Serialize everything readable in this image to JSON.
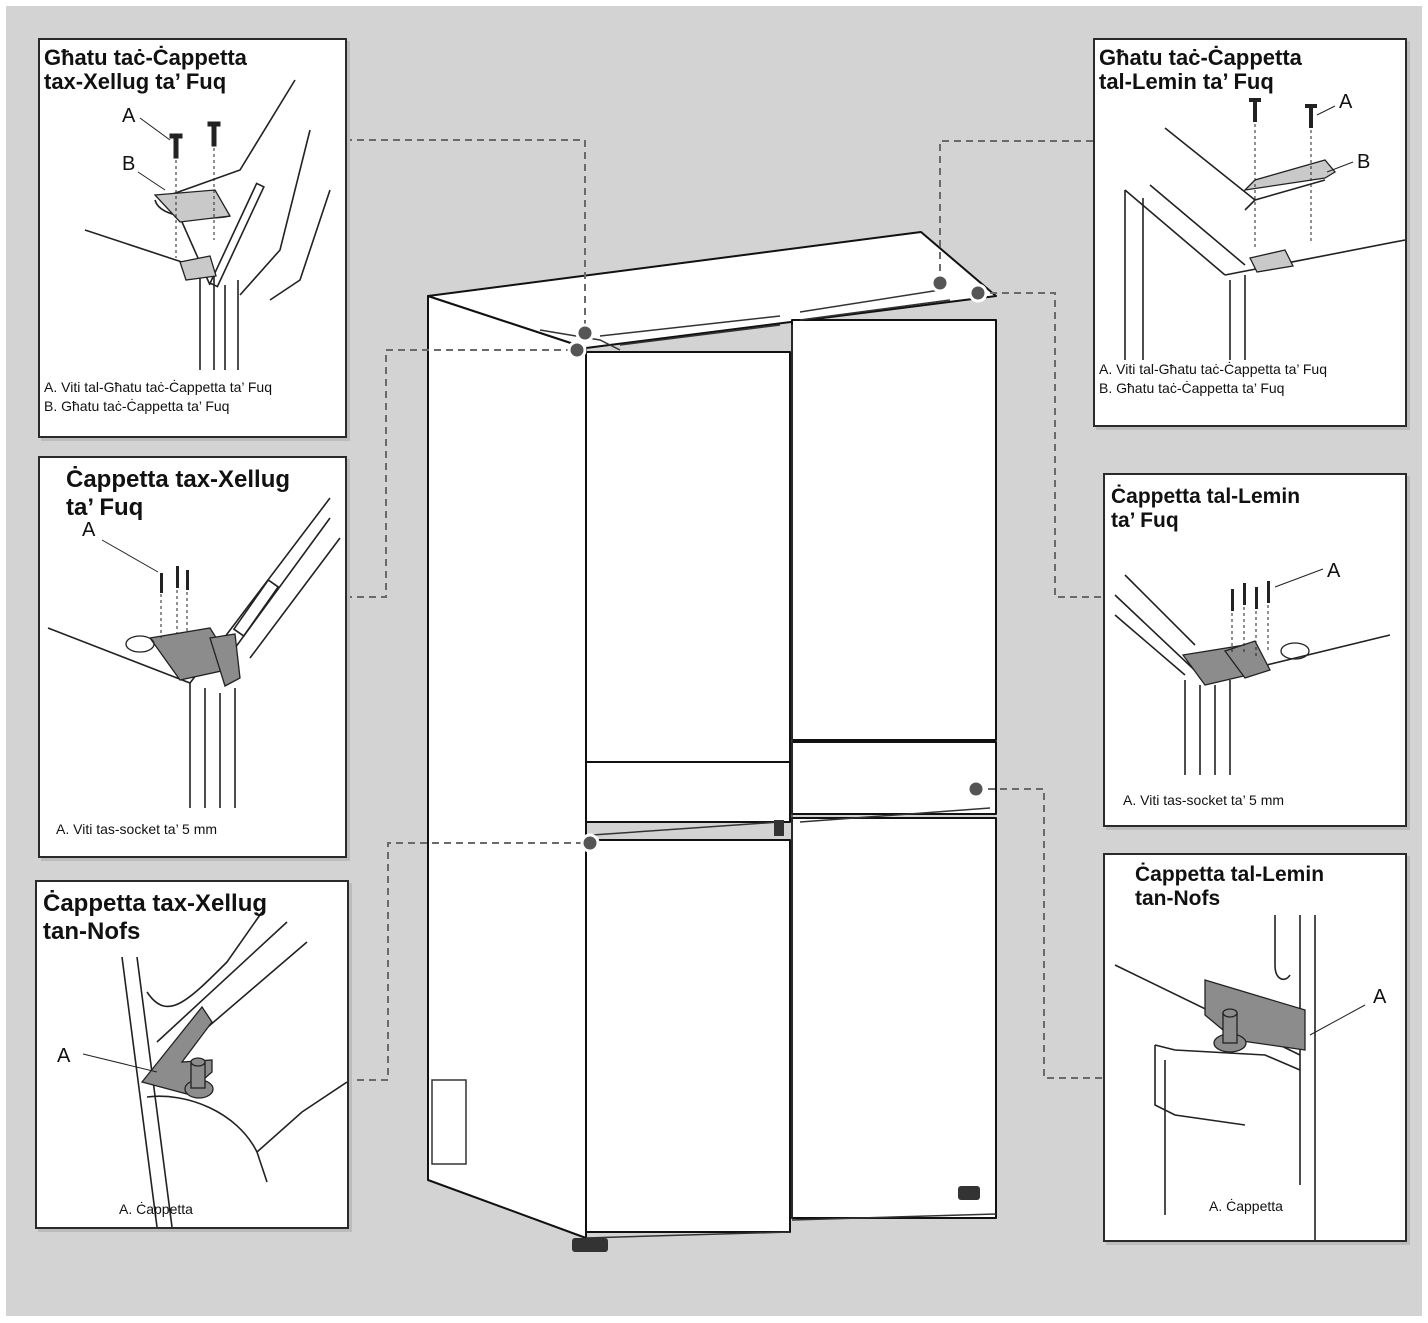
{
  "panels": {
    "top_left_hinge_cover": {
      "title": "Għatu taċ-Ċappetta\ntax-Xellug ta’ Fuq",
      "labels": [
        "A",
        "B"
      ],
      "legend": [
        "A. Viti tal-Għatu taċ-Ċappetta ta’ Fuq",
        "B. Għatu taċ-Ċappetta ta’ Fuq"
      ]
    },
    "top_right_hinge_cover": {
      "title": "Għatu taċ-Ċappetta\ntal-Lemin ta’ Fuq",
      "labels": [
        "A",
        "B"
      ],
      "legend": [
        "A.  Viti tal-Għatu taċ-Ċappetta ta’ Fuq",
        "B. Għatu taċ-Ċappetta ta’ Fuq"
      ]
    },
    "top_left_hinge": {
      "title": "Ċappetta tax-Xellug\nta’ Fuq",
      "labels": [
        "A"
      ],
      "legend": [
        "A. Viti tas-socket ta’ 5 mm"
      ]
    },
    "top_right_hinge": {
      "title": "Ċappetta tal-Lemin\nta’ Fuq",
      "labels": [
        "A"
      ],
      "legend": [
        "A. Viti tas-socket ta’ 5 mm"
      ]
    },
    "bottom_left_hinge": {
      "title": "Ċappetta tax-Xellug\ntan-Nofs",
      "labels": [
        "A"
      ],
      "legend": [
        "A. Ċappetta"
      ]
    },
    "bottom_right_hinge": {
      "title": "Ċappetta tal-Lemin\ntan-Nofs",
      "labels": [
        "A"
      ],
      "legend": [
        "A. Ċappetta"
      ]
    }
  },
  "colors": {
    "background": "#d3d3d3",
    "panel_border": "#2a2a2a",
    "connector": "#6a6a6a",
    "marker": "#555555",
    "hinge_metal": "#8c8c8c"
  }
}
